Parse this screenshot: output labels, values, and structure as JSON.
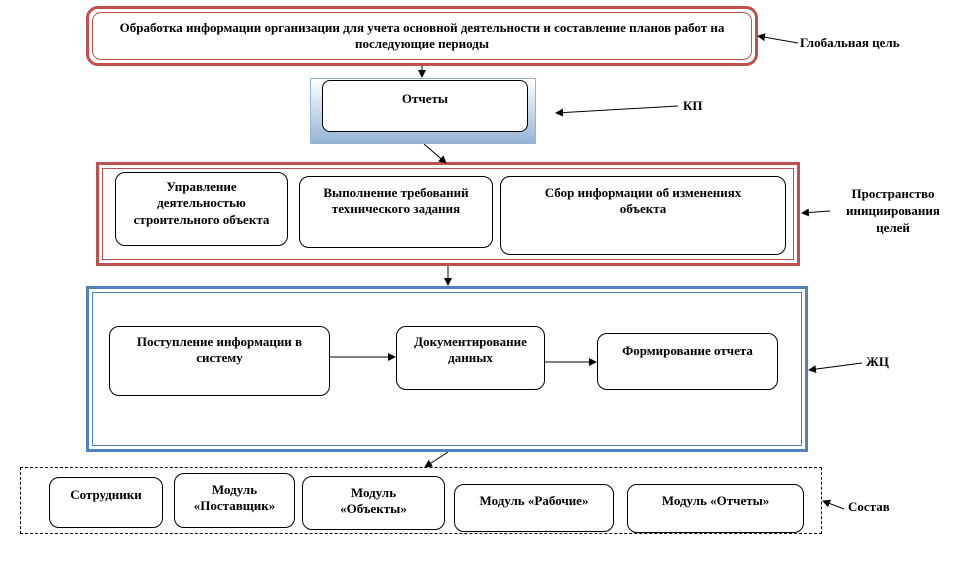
{
  "colors": {
    "red_frame": "#c0504d",
    "blue_frame": "#4f81bd",
    "reports_gradient_top": "#ffffff",
    "reports_gradient_bottom": "#95b3d7"
  },
  "global_goal": {
    "text": "Обработка информации организации для учета основной деятельности и составление планов работ на последующие периоды",
    "label": "Глобальная цель"
  },
  "kp": {
    "box_text": "Отчеты",
    "label": "КП"
  },
  "goal_space": {
    "label": "Пространство инициирования целей",
    "items": [
      "Управление деятельностью строительного объекта",
      "Выполнение требований технического задания",
      "Сбор информации об изменениях объекта"
    ]
  },
  "lifecycle": {
    "label": "ЖЦ",
    "steps": [
      "Поступление информации в систему",
      "Документирование данных",
      "Формирование отчета"
    ]
  },
  "composition": {
    "label": "Состав",
    "modules": [
      "Сотрудники",
      "Модуль «Поставщик»",
      "Модуль «Объекты»",
      "Модуль «Рабочие»",
      "Модуль «Отчеты»"
    ]
  }
}
